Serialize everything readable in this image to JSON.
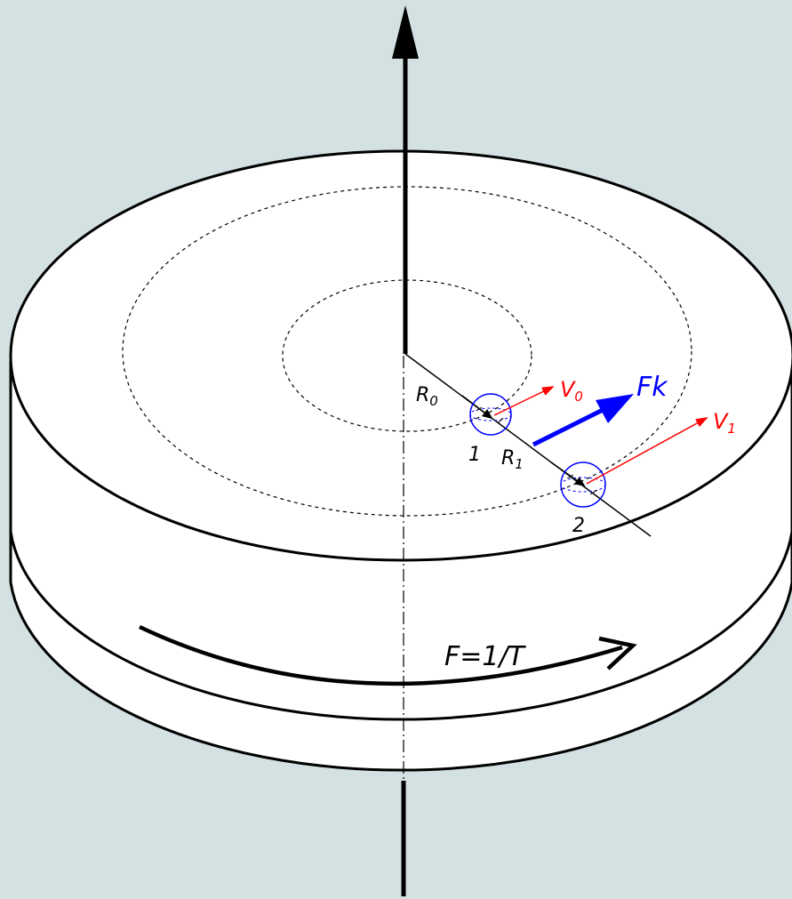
{
  "labels": {
    "r0": "R",
    "r0_sub": "0",
    "r1": "R",
    "r1_sub": "1",
    "v0": "V",
    "v0_sub": "0",
    "v1": "V",
    "v1_sub": "1",
    "fk": "Fk",
    "ball1": "1",
    "ball2": "2",
    "frequency": "F=1/T"
  },
  "colors": {
    "background": "#d3e1e3",
    "disc": "#ffffff",
    "outline": "#000000",
    "velocity": "#ff0000",
    "coriolis_force": "#0000ff",
    "ball": "#0000ff"
  }
}
